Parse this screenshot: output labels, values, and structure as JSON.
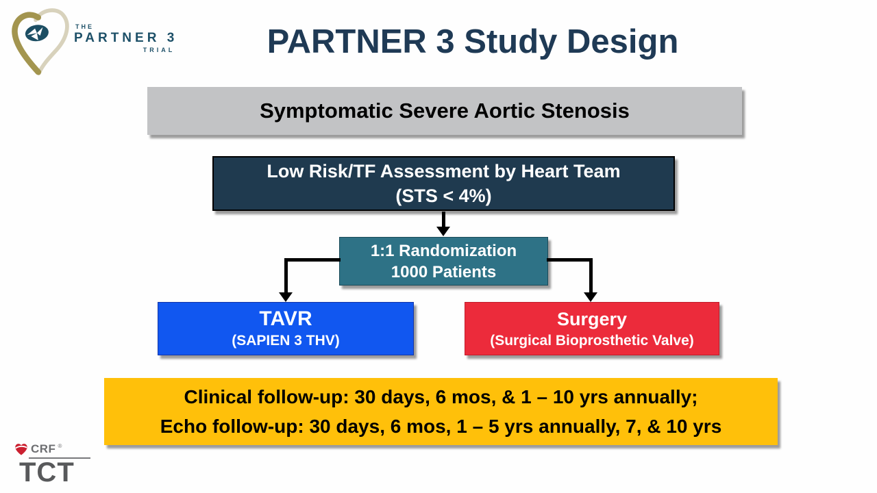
{
  "slide": {
    "title": "PARTNER 3 Study Design"
  },
  "partner_logo": {
    "the": "THE",
    "name": "PARTNER 3",
    "trial": "TRIAL"
  },
  "flowchart": {
    "population_box": {
      "label": "Symptomatic Severe Aortic Stenosis",
      "bg_color": "#C2C3C5",
      "text_color": "#000000"
    },
    "assessment_box": {
      "line1": "Low Risk/TF Assessment by Heart Team",
      "line2": "(STS < 4%)",
      "bg_color": "#1F3A4F",
      "text_color": "#FFFFFF"
    },
    "randomization_box": {
      "line1": "1:1 Randomization",
      "line2": "1000 Patients",
      "bg_color": "#2E7286",
      "text_color": "#FFFFFF"
    },
    "tavr_box": {
      "line1": "TAVR",
      "line2": "(SAPIEN 3 THV)",
      "bg_color": "#1157F0",
      "text_color": "#FFFFFF"
    },
    "surgery_box": {
      "line1": "Surgery",
      "line2": "(Surgical Bioprosthetic Valve)",
      "bg_color": "#EC2B3B",
      "text_color": "#FFFFFF"
    },
    "followup_box": {
      "line1": "Clinical follow-up: 30 days, 6 mos, & 1 – 10 yrs annually;",
      "line2": "Echo follow-up: 30 days, 6 mos, 1 – 5 yrs annually, 7, & 10 yrs",
      "bg_color": "#FFC00A",
      "text_color": "#000000"
    }
  },
  "footer_logo": {
    "crf_label": "CRF",
    "registered_mark": "®",
    "tct_label": "TCT"
  },
  "colors": {
    "title_text": "#1F3A55",
    "arrow": "#000000",
    "logo_teal": "#1C4E63",
    "logo_gold": "#A3954F",
    "logo_tan": "#D8D2BC",
    "crf_red": "#CB2030"
  }
}
